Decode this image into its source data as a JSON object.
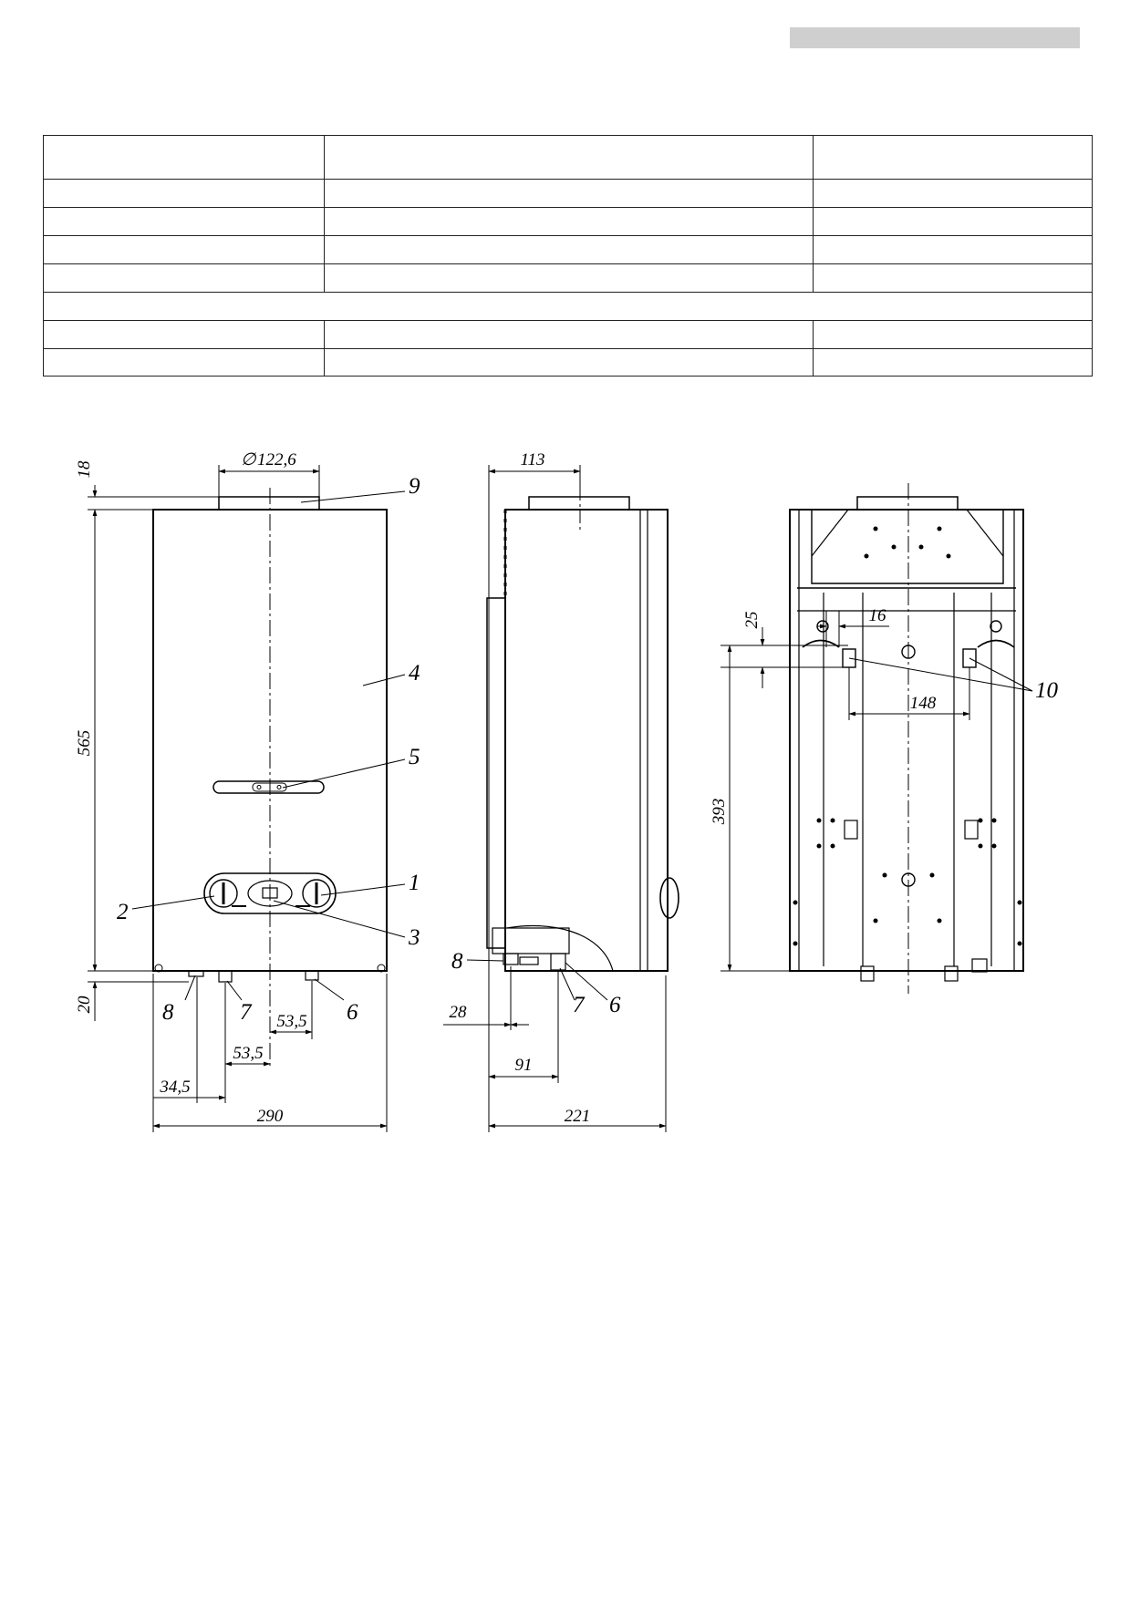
{
  "header": {
    "bar_color": "#cfcfcf"
  },
  "table": {
    "columns": 3,
    "rows": [
      {
        "kind": "header",
        "cells": [
          "",
          "",
          ""
        ]
      },
      {
        "kind": "row",
        "cells": [
          "",
          "",
          ""
        ]
      },
      {
        "kind": "row",
        "cells": [
          "",
          "",
          ""
        ]
      },
      {
        "kind": "row",
        "cells": [
          "",
          "",
          ""
        ]
      },
      {
        "kind": "row",
        "cells": [
          "",
          "",
          ""
        ]
      },
      {
        "kind": "span",
        "cells": [
          ""
        ]
      },
      {
        "kind": "row",
        "cells": [
          "",
          "",
          ""
        ]
      },
      {
        "kind": "row",
        "cells": [
          "",
          "",
          ""
        ]
      }
    ]
  },
  "front_view": {
    "dimensions": {
      "flue_diameter": "122,6",
      "top_offset": "18",
      "height": "565",
      "bottom_offset": "20",
      "width": "290",
      "left_to_gas": "34,5",
      "gas_to_center": "53,5",
      "center_to_inlet": "53,5"
    },
    "callouts": {
      "c1": "1",
      "c2": "2",
      "c3": "3",
      "c4": "4",
      "c5": "5",
      "c6": "6",
      "c7": "7",
      "c8": "8",
      "c9": "9"
    }
  },
  "side_view": {
    "dimensions": {
      "flue_offset": "113",
      "wall_to_pipe": "28",
      "wall_to_outlet": "91",
      "depth": "221"
    },
    "callouts": {
      "c6": "6",
      "c7": "7",
      "c8": "8"
    }
  },
  "back_view": {
    "dimensions": {
      "hook_height": "25",
      "hook_offset": "16",
      "hook_spacing": "148",
      "mount_height": "393"
    },
    "callouts": {
      "c10": "10"
    }
  }
}
